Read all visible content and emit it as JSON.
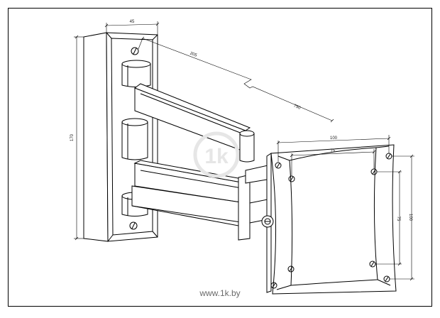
{
  "dimensions": {
    "wall_plate_width": "45",
    "height": "170",
    "arm_min_extension": "205",
    "arm_max_extension": "750",
    "vesa_outer_horizontal": "100",
    "vesa_inner_horizontal": "75",
    "vesa_inner_vertical": "75",
    "vesa_outer_vertical": "100"
  },
  "watermark": {
    "text": "www.1k.by",
    "logo_text": "1k"
  },
  "colors": {
    "line": "#000000",
    "background": "#ffffff",
    "watermark": "#6a6a6a"
  }
}
